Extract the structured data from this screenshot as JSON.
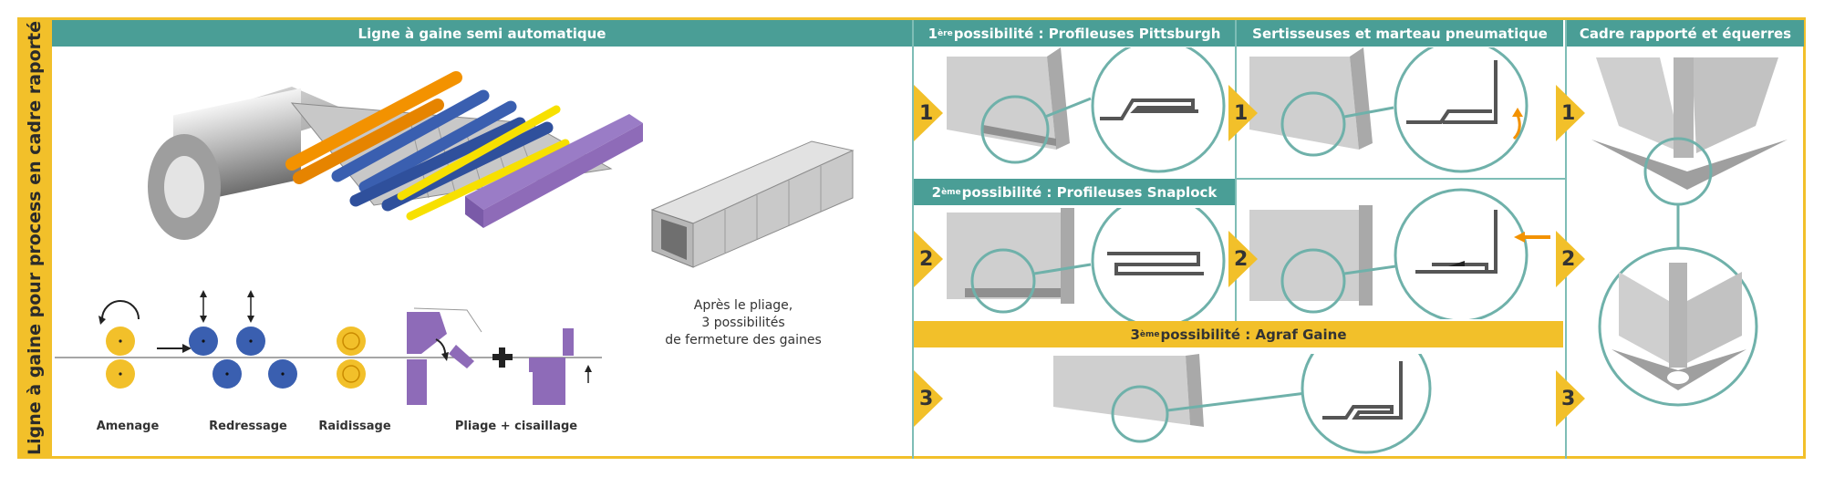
{
  "side_title": "Ligne à gaine pour process en cadre raporté",
  "line": {
    "header": "Ligne à gaine semi automatique",
    "stages": [
      "Amenage",
      "Redressage",
      "Raidissage",
      "Pliage + cisaillage"
    ],
    "note": [
      "Après le pliage,",
      "3 possibilités",
      "de fermeture des gaines"
    ]
  },
  "option1": {
    "sup": "ère",
    "num": "1",
    "header_rest": " possibilité : Profileuses Pittsburgh"
  },
  "option2": {
    "sup": "ème",
    "num": "2",
    "header_rest": " possibilité : Profileuses Snaplock"
  },
  "option3": {
    "sup": "ème",
    "num": "3",
    "header_rest": " possibilité : Agraf Gaine"
  },
  "crimp": {
    "header": "Sertisseuses et marteau pneumatique"
  },
  "frame": {
    "header": "Cadre rapporté et équerres"
  },
  "badges": [
    "1",
    "2",
    "3"
  ],
  "colors": {
    "teal": "#4a9e96",
    "yellow": "#f2c02a",
    "orange": "#f39200",
    "blue": "#3a5fb0",
    "purple": "#8e6bb8"
  }
}
